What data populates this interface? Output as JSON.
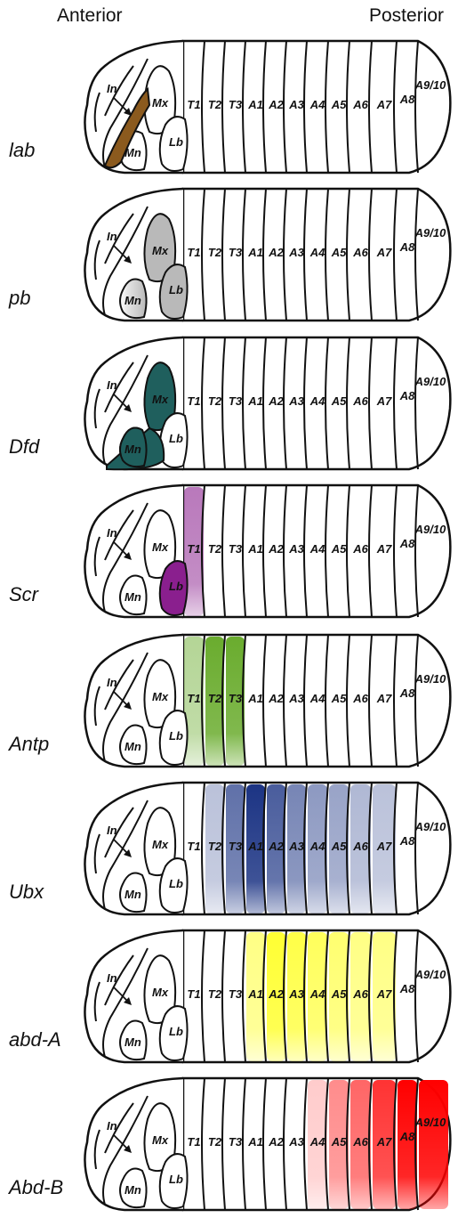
{
  "header": {
    "anterior": "Anterior",
    "posterior": "Posterior"
  },
  "head_labels": {
    "intercalary": "In",
    "mandibular": "Mn",
    "maxillary": "Mx",
    "labial": "Lb"
  },
  "segments": [
    "T1",
    "T2",
    "T3",
    "A1",
    "A2",
    "A3",
    "A4",
    "A5",
    "A6",
    "A7",
    "A8",
    "A9/10"
  ],
  "colors": {
    "lab": "#8b5a1e",
    "pb": "#b9b9b9",
    "Dfd": "#1f5f5d",
    "Scr": "#8a1f8e",
    "Antp": "#6aac2e",
    "Ubx": "#1c3484",
    "abd-A": "#ffff33",
    "Abd-B": "#ff0000"
  },
  "panels": [
    {
      "gene": "lab",
      "head_fill": [
        "In-lab"
      ],
      "segment_levels": {}
    },
    {
      "gene": "pb",
      "head_fill": [
        "Mx",
        "Lb",
        "Mn-partial"
      ],
      "segment_levels": {}
    },
    {
      "gene": "Dfd",
      "head_fill": [
        "Mx",
        "Mn"
      ],
      "segment_levels": {}
    },
    {
      "gene": "Scr",
      "head_fill": [
        "Lb"
      ],
      "segment_levels": {
        "T1": 0.6
      }
    },
    {
      "gene": "Antp",
      "head_fill": [],
      "segment_levels": {
        "T1": 0.5,
        "T2": 1.0,
        "T3": 1.0
      }
    },
    {
      "gene": "Ubx",
      "head_fill": [],
      "segment_levels": {
        "T2": 0.3,
        "T3": 0.7,
        "A1": 1.0,
        "A2": 0.8,
        "A3": 0.6,
        "A4": 0.5,
        "A5": 0.45,
        "A6": 0.35,
        "A7": 0.3
      }
    },
    {
      "gene": "abd-A",
      "head_fill": [],
      "segment_levels": {
        "A1": 0.6,
        "A2": 1.0,
        "A3": 0.9,
        "A4": 0.8,
        "A5": 0.7,
        "A6": 0.6,
        "A7": 0.6
      }
    },
    {
      "gene": "Abd-B",
      "head_fill": [],
      "segment_levels": {
        "A4": 0.2,
        "A5": 0.45,
        "A6": 0.6,
        "A7": 0.8,
        "A8": 1.0,
        "A9/10": 1.0
      }
    }
  ]
}
